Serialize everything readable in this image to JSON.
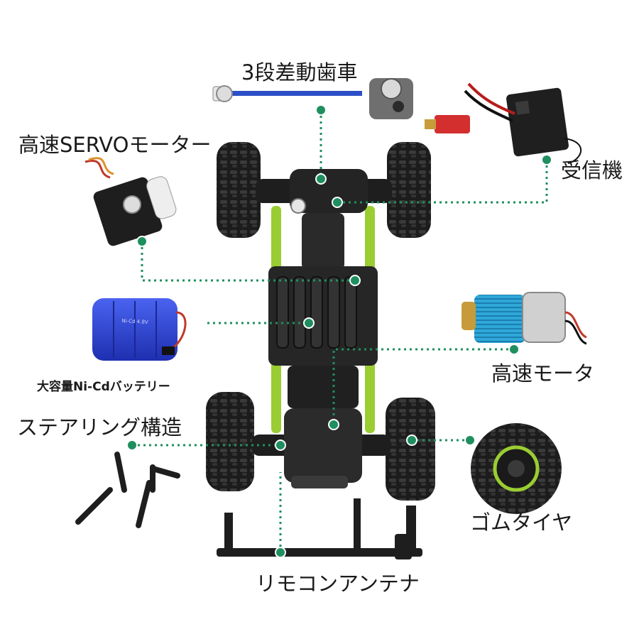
{
  "labels": {
    "differential": "3段差動歯車",
    "servo": "高速SERVOモーター",
    "receiver": "受信機",
    "battery": "大容量Ni-Cdバッテリー",
    "motor": "高速モータ",
    "steering": "ステアリング構造",
    "tire": "ゴムタイヤ",
    "antenna": "リモコンアンテナ"
  },
  "part_text": {
    "battery_print": "Ni-Cd 4.8V"
  },
  "colors": {
    "callout": "#1f8f5f",
    "accent_green": "#9acd32",
    "chassis": "#1b1b1b",
    "battery_blue": "#2b3fd0",
    "motor_blue": "#2fa8d8"
  }
}
